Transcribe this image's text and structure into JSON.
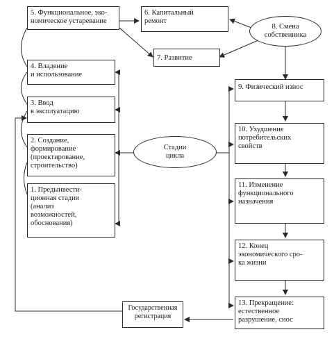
{
  "nodes": {
    "n1": "1. Предынвести-\nционная стадия\n(анализ\nвозможностей,\nобоснования)",
    "n2": "2. Создание,\nформирование\n(проектирование,\nстроительство)",
    "n3": "3. Ввод\nв эксплуатацию",
    "n4": "4. Владение\nи использование",
    "n5": "5. Функциональное, эко-\nномическое устаревание",
    "n6": "6. Капитальный\nремонт",
    "n7": "7. Развитие",
    "n8": "8. Смена\nсобственника",
    "n9": "9. Физический износ",
    "n10": "10. Ухудшение\nпотребительских\nсвойств",
    "n11": "11. Изменение\nфункционального\nназначения",
    "n12": "12. Конец\nэкономического сро-\nка жизни",
    "n13": "13. Прекращение:\nестественное\nразрушение, снос",
    "center": "Стадии\nцикла",
    "registration": "Государственная\nрегистрация"
  },
  "colors": {
    "line": "#2a2a2a",
    "background": "#ffffff"
  }
}
